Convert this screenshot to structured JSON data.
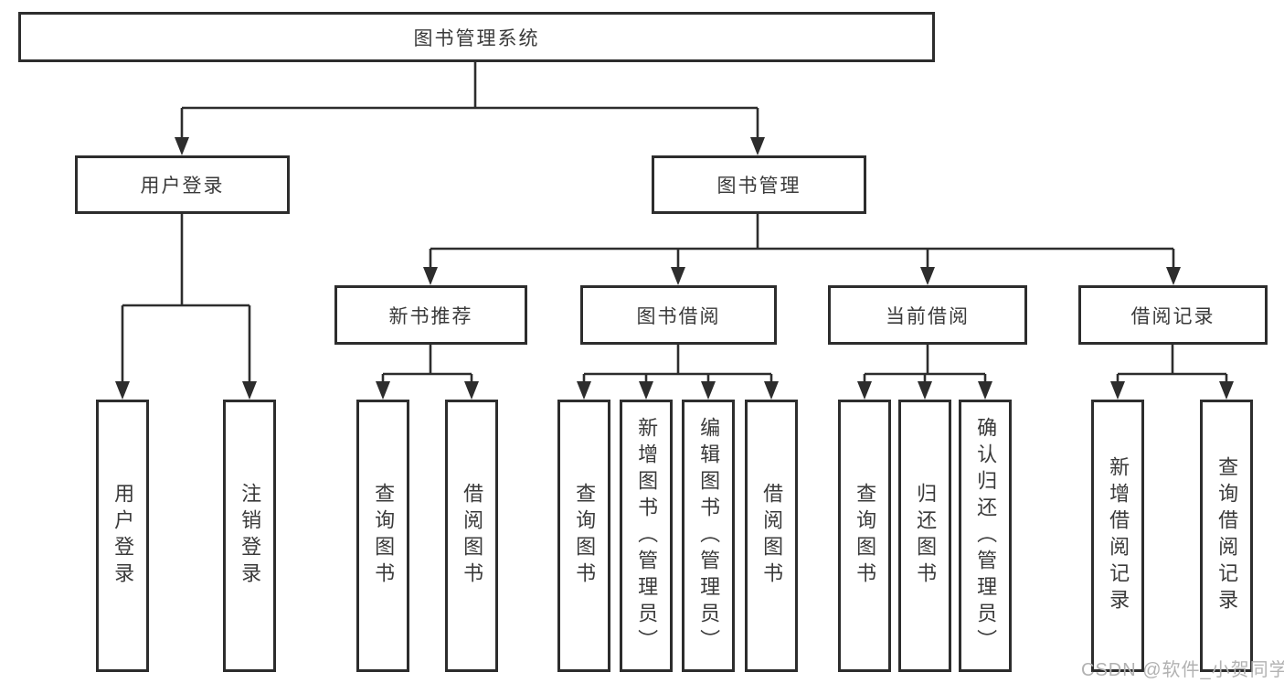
{
  "diagram": {
    "root": "图书管理系统",
    "level2": [
      "用户登录",
      "图书管理"
    ],
    "level3": [
      "新书推荐",
      "图书借阅",
      "当前借阅",
      "借阅记录"
    ],
    "leaves": [
      "用户登录",
      "注销登录",
      "查询图书",
      "借阅图书",
      "查询图书",
      "新增图书（管理员）",
      "编辑图书（管理员）",
      "借阅图书",
      "查询图书",
      "归还图书",
      "确认归还（管理员）",
      "新增借阅记录",
      "查询借阅记录"
    ],
    "tree": {
      "图书管理系统": {
        "用户登录": [
          "用户登录",
          "注销登录"
        ],
        "图书管理": {
          "新书推荐": [
            "查询图书",
            "借阅图书"
          ],
          "图书借阅": [
            "查询图书",
            "新增图书（管理员）",
            "编辑图书（管理员）",
            "借阅图书"
          ],
          "当前借阅": [
            "查询图书",
            "归还图书",
            "确认归还（管理员）"
          ],
          "借阅记录": [
            "新增借阅记录",
            "查询借阅记录"
          ]
        }
      }
    }
  },
  "watermark": "CSDN @软件_小贺同学",
  "colors": {
    "line": "#2d2d2d",
    "text": "#3a3a3a",
    "box_background": "#ffffff",
    "page_background": "#ffffff",
    "watermark": "#b2b2b2"
  }
}
